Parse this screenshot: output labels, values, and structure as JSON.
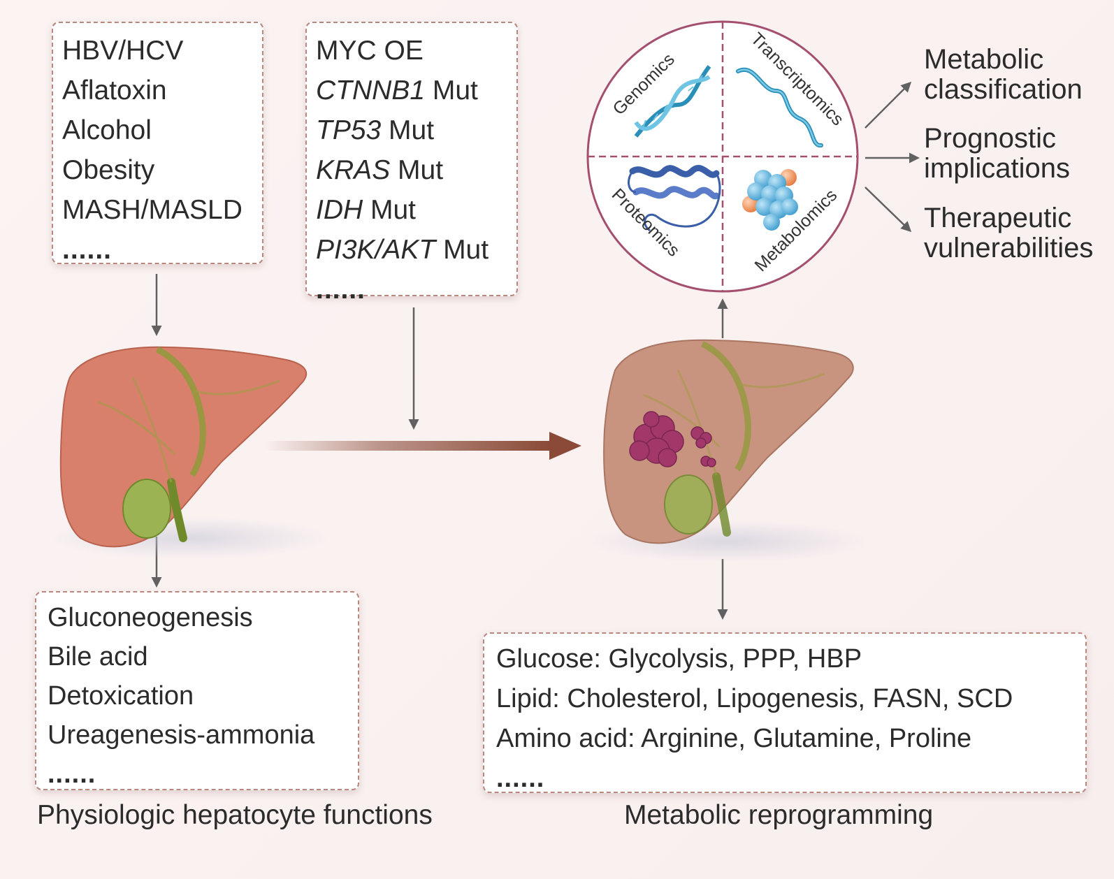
{
  "risk_factors": {
    "items": [
      "HBV/HCV",
      "Aflatoxin",
      "Alcohol",
      "Obesity",
      "MASH/MASLD"
    ],
    "ellipsis": "......"
  },
  "mutations": {
    "items": [
      {
        "gene": "MYC OE",
        "suffix": ""
      },
      {
        "gene": "CTNNB1",
        "suffix": " Mut"
      },
      {
        "gene": "TP53",
        "suffix": " Mut"
      },
      {
        "gene": "KRAS",
        "suffix": " Mut"
      },
      {
        "gene": "IDH",
        "suffix": " Mut"
      },
      {
        "gene": "PI3K/AKT",
        "suffix": " Mut"
      }
    ],
    "ellipsis": "......"
  },
  "physiologic": {
    "items": [
      "Gluconeogenesis",
      "Bile acid",
      "Detoxication",
      "Ureagenesis-ammonia"
    ],
    "ellipsis": "......",
    "caption": "Physiologic hepatocyte functions"
  },
  "reprogramming": {
    "items": [
      "Glucose: Glycolysis, PPP, HBP",
      "Lipid: Cholesterol, Lipogenesis, FASN, SCD",
      "Amino acid: Arginine, Glutamine, Proline"
    ],
    "ellipsis": "......",
    "caption": "Metabolic reprogramming"
  },
  "omics": {
    "quadrants": [
      "Genomics",
      "Transcriptomics",
      "Proteomics",
      "Metabolomics"
    ]
  },
  "outcomes": {
    "metabolic_1": "Metabolic",
    "metabolic_2": "classification",
    "prognostic_1": "Prognostic",
    "prognostic_2": "implications",
    "therapeutic_1": "Therapeutic",
    "therapeutic_2": "vulnerabilities"
  },
  "colors": {
    "box_border": "#b8877d",
    "arrow": "#616161",
    "main_arrow": "#8a4a37",
    "circle_border": "#a44f6f",
    "liver_healthy": "#d8806c",
    "liver_tumor": "#c9947f",
    "tumor": "#a23869"
  }
}
